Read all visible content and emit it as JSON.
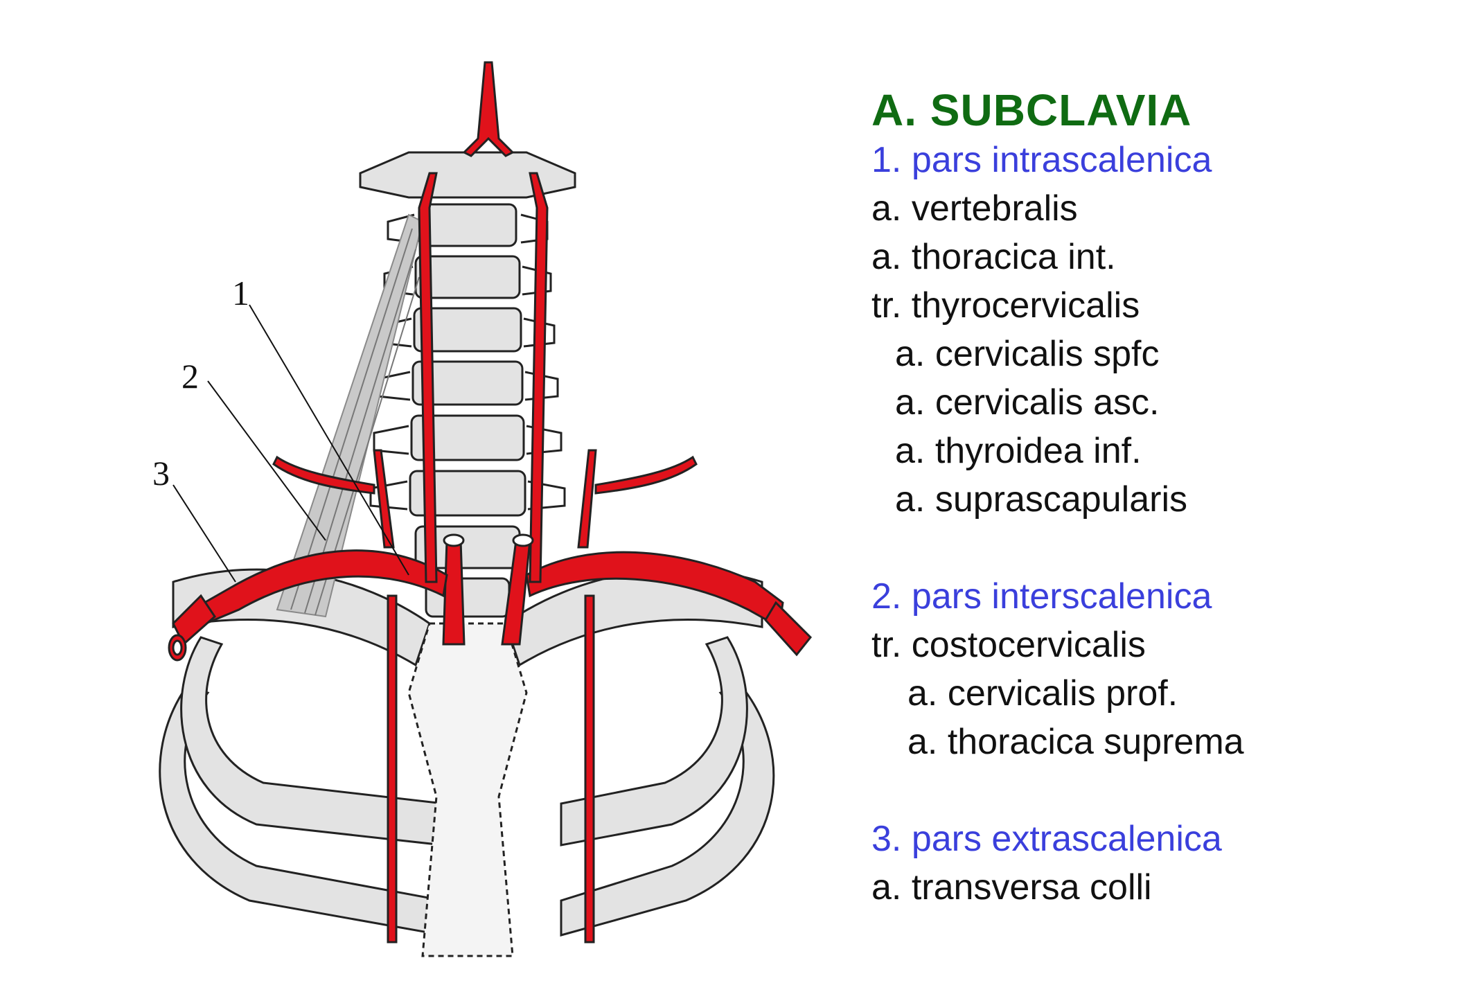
{
  "figure": {
    "callouts": [
      "1",
      "2",
      "3"
    ],
    "colors": {
      "artery": "#e0121b",
      "bone": "#e3e3e3",
      "outline": "#222222",
      "muscle": "#b9b9b9"
    }
  },
  "legend": {
    "title": "A. SUBCLAVIA",
    "sections": [
      {
        "heading": "1. pars intrascalenica",
        "items": [
          "a. vertebralis",
          "a. thoracica int.",
          "tr. thyrocervicalis",
          "a. cervicalis spfc",
          "a. cervicalis asc.",
          "a. thyroidea inf.",
          "a. suprascapularis"
        ]
      },
      {
        "heading": "2. pars interscalenica",
        "items": [
          "tr. costocervicalis",
          "a. cervicalis prof.",
          "a. thoracica suprema"
        ]
      },
      {
        "heading": "3. pars extrascalenica",
        "items": [
          "a. transversa colli"
        ]
      }
    ]
  }
}
